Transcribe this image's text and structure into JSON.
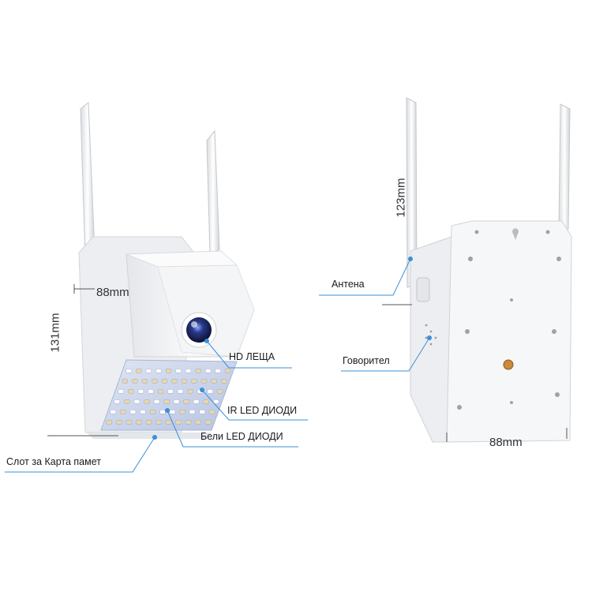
{
  "labels": {
    "hd_lens": "HD ЛЕЩА",
    "ir_led": "IR LED ДИОДИ",
    "white_led": "Бели LED ДИОДИ",
    "card_slot": "Слот за Карта памет",
    "antenna": "Антена",
    "speaker": "Говорител"
  },
  "dimensions": {
    "depth": "88mm",
    "height_front": "131mm",
    "height_antenna": "123mm",
    "width_back": "88mm"
  },
  "colors": {
    "accent": "#3a8fd8",
    "body": "#f3f4f6",
    "led_panel": "#c9d4ea"
  }
}
